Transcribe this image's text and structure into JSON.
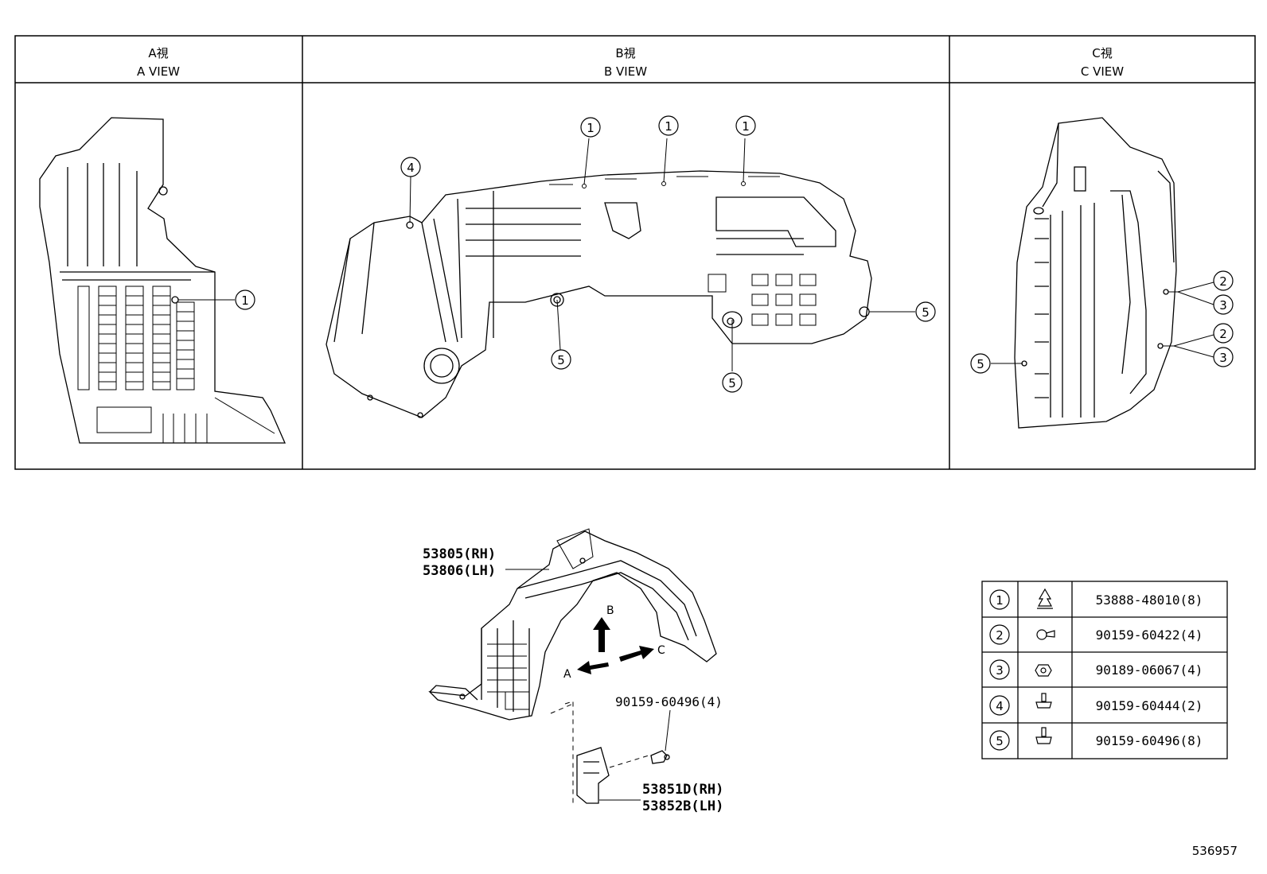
{
  "views": [
    {
      "jp": "A視",
      "en": "A VIEW"
    },
    {
      "jp": "B視",
      "en": "B VIEW"
    },
    {
      "jp": "C視",
      "en": "C VIEW"
    }
  ],
  "callouts": {
    "c1": "1",
    "c2": "2",
    "c3": "3",
    "c4": "4",
    "c5": "5"
  },
  "parts": {
    "liner_rh": "53805(RH)",
    "liner_lh": "53806(LH)",
    "shield_rh": "53851D(RH)",
    "shield_lh": "53852B(LH)",
    "screw": "90159-60496(4)"
  },
  "arrows": {
    "a": "A",
    "b": "B",
    "c": "C"
  },
  "legend": [
    {
      "num": "1",
      "part": "53888-48010(8)"
    },
    {
      "num": "2",
      "part": "90159-60422(4)"
    },
    {
      "num": "3",
      "part": "90189-06067(4)"
    },
    {
      "num": "4",
      "part": "90159-60444(2)"
    },
    {
      "num": "5",
      "part": "90159-60496(8)"
    }
  ],
  "diagram_id": "536957"
}
